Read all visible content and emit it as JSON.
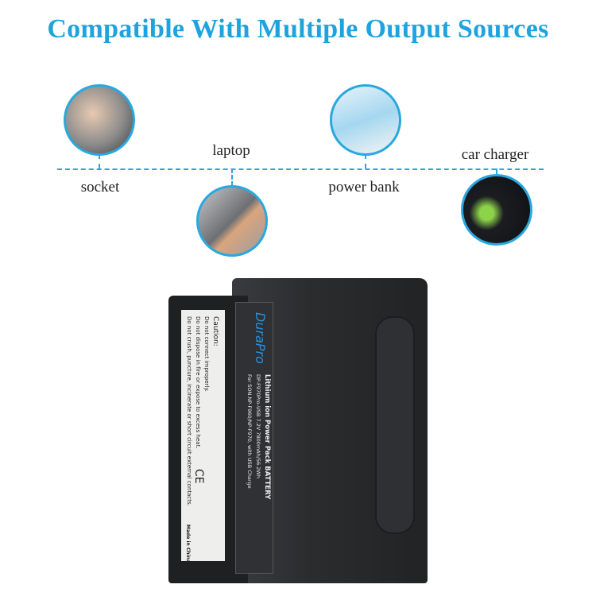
{
  "title": "Compatible With  Multiple Output Sources",
  "sources": [
    {
      "label": "socket",
      "icon": "socket-photo-icon"
    },
    {
      "label": "laptop",
      "icon": "laptop-usb-photo-icon"
    },
    {
      "label": "power bank",
      "icon": "power-bank-photo-icon"
    },
    {
      "label": "car charger",
      "icon": "car-charger-photo-icon"
    }
  ],
  "battery": {
    "brand": "DuraPro",
    "line1": "Lithium ion Power Pack BATTERY",
    "line2": "DP-F970Pro-USB  7.2V 7800mAh/56.2Wh",
    "line3": "For SON.NP-F960/NP-F970, with USB Charge",
    "caution_title": "Caution:",
    "caution1": "Do not connect improperly.",
    "caution2": "Do not dispose in fire or expose to excess heat.",
    "caution3": "Do not crush, puncture, incinerate or short circuit external contacts.",
    "made_in": "Made in China",
    "ce": "CE"
  },
  "colors": {
    "accent": "#1ea3de",
    "battery": "#2b2c2e"
  }
}
